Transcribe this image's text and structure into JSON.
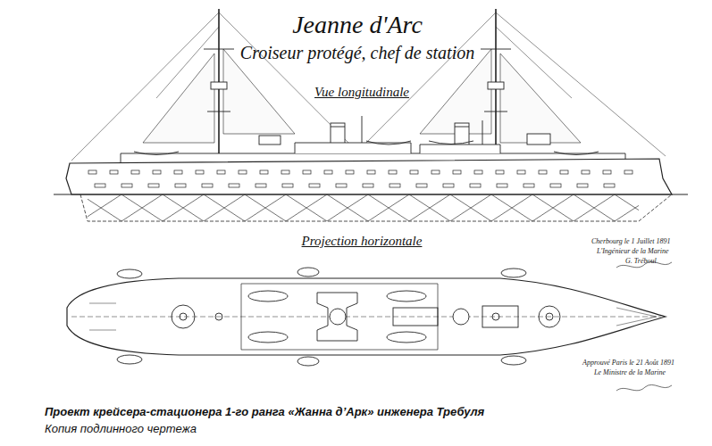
{
  "diagram": {
    "title": "Jeanne d'Arc",
    "caption": "Проект крейсера-стационера 1-го ранга «Жанна д’Арк» инженера Требуля",
    "labels": [
      "Croiseur protégé, chef de station",
      "Vue longitudinale",
      "Projection horizontale",
      "Cherbourg le 1 Juillet 1891",
      "L'Ingénieur de la Marine",
      "G. Tréboul",
      "Approuvé Paris le 21 Août 1891",
      "Le Ministre de la Marine",
      "Копия подлинного чертежа"
    ]
  }
}
